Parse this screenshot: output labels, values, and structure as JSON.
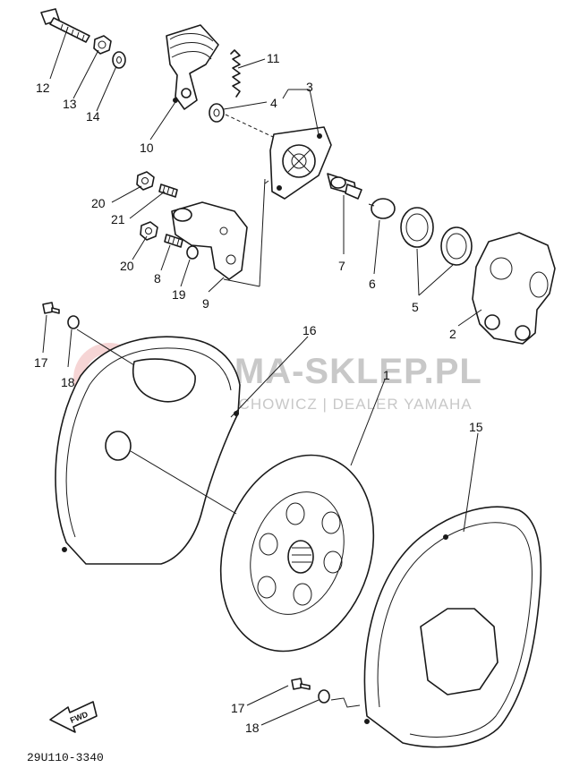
{
  "watermark": {
    "title": "YAMA-SKLEP.PL",
    "subtitle": "WOJ. SCHOWICZ | DEALER YAMAHA"
  },
  "diagram_code": "29U110-3340",
  "fwd_label": "FWD",
  "callouts": {
    "p1": "1",
    "p2": "2",
    "p3": "3",
    "p4": "4",
    "p5": "5",
    "p6": "6",
    "p7": "7",
    "p8": "8",
    "p9": "9",
    "p10": "10",
    "p11": "11",
    "p12": "12",
    "p13": "13",
    "p14": "14",
    "p15": "15",
    "p16": "16",
    "p17a": "17",
    "p17b": "17",
    "p18a": "18",
    "p18b": "18",
    "p19": "19",
    "p20a": "20",
    "p20b": "20",
    "p21": "21"
  }
}
